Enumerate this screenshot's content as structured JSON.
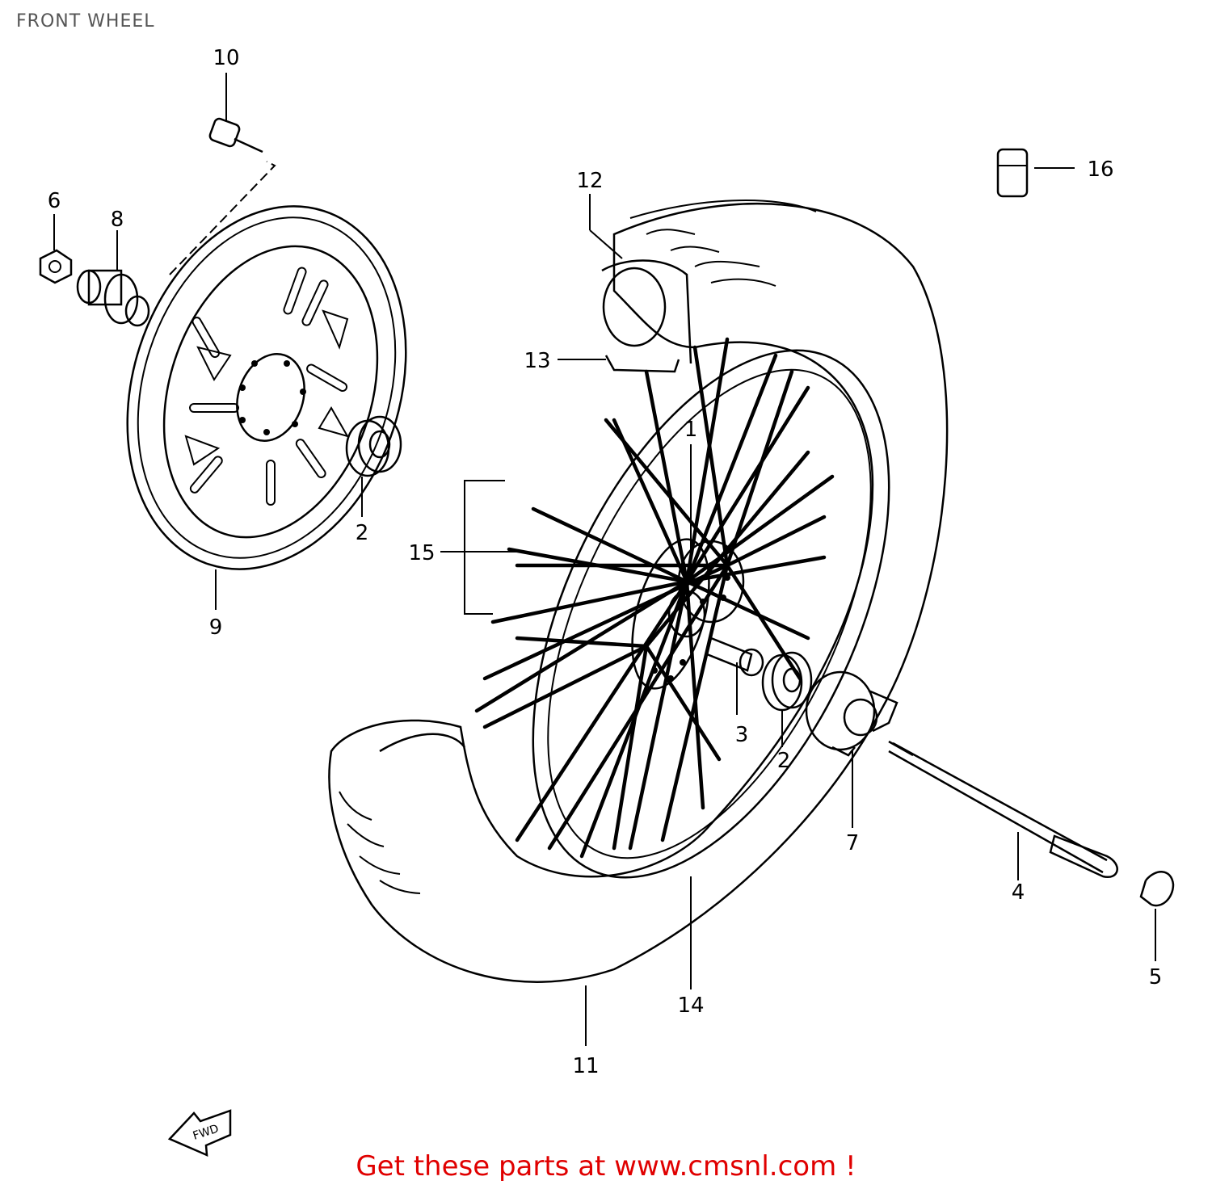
{
  "title": "FRONT WHEEL",
  "cta_text": "Get these parts at www.cmsnl.com !",
  "fwd_label": "FWD",
  "callouts": [
    "1",
    "2",
    "2",
    "3",
    "4",
    "5",
    "6",
    "7",
    "8",
    "9",
    "10",
    "11",
    "12",
    "13",
    "14",
    "15",
    "16"
  ],
  "colors": {
    "line": "#000000",
    "cta": "#e00000",
    "title": "#555555"
  }
}
